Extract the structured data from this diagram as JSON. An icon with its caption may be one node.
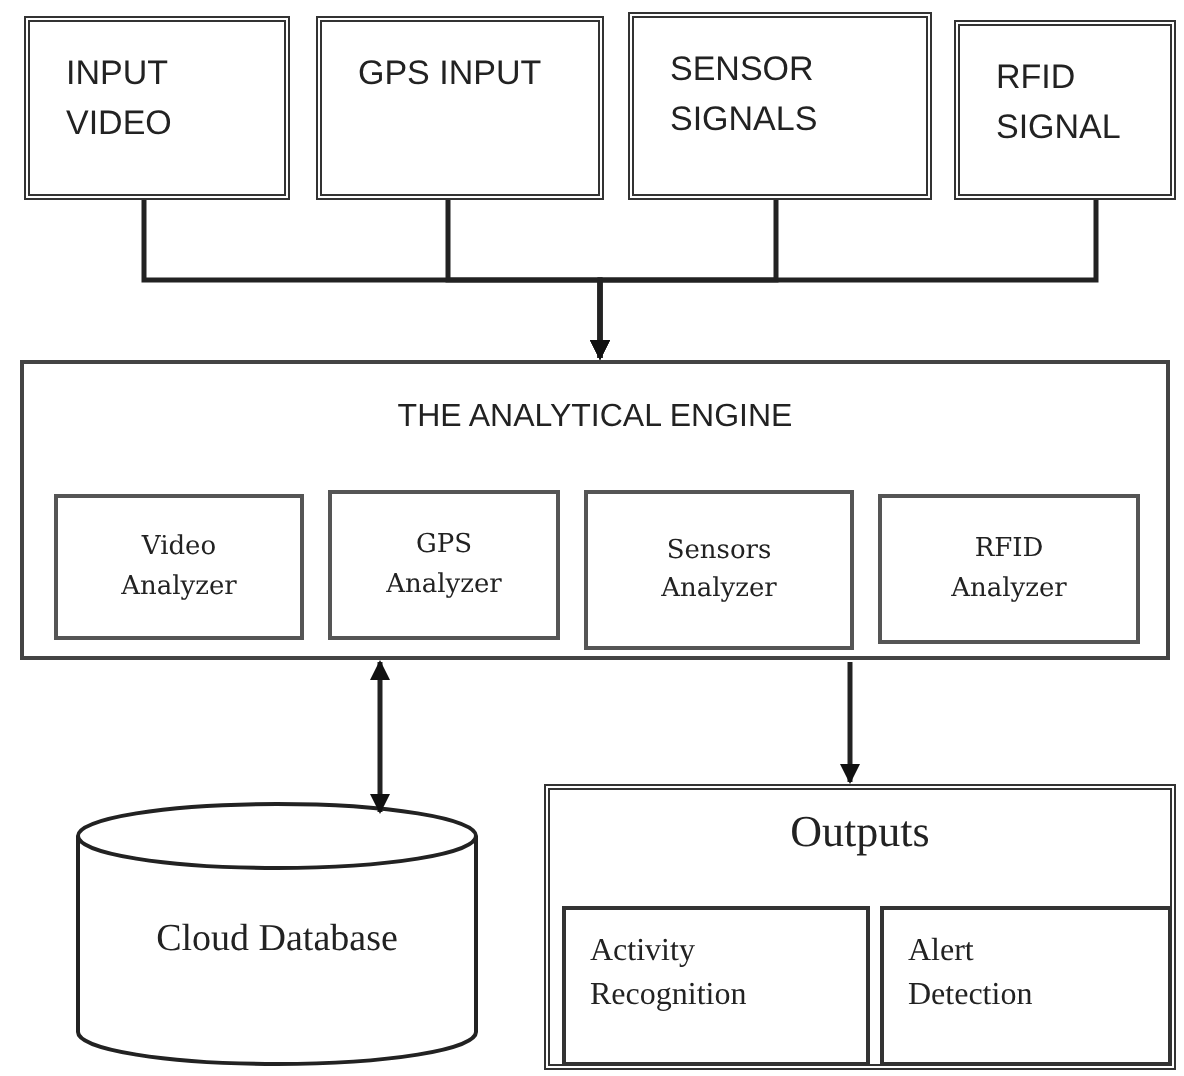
{
  "diagram": {
    "nodes": [
      {
        "text": [
          "INPUT VIDEO"
        ]
      },
      {
        "text": [
          "GPS INPUT"
        ]
      },
      {
        "text": [
          "SENSOR SIGNALS"
        ]
      },
      {
        "text": [
          "RFID SIGNAL"
        ]
      },
      {
        "text": [
          "THE ANALYTICAL ENGINE"
        ]
      },
      {
        "text": [
          "Video Analyzer"
        ],
        "in": 4
      },
      {
        "text": [
          "GPS Analyzer"
        ],
        "in": 4
      },
      {
        "text": [
          "Sensors Analyzer"
        ],
        "in": 4
      },
      {
        "text": [
          "RFID Analyzer"
        ],
        "in": 4
      },
      {
        "text": [
          "Cloud Database"
        ]
      },
      {
        "text": [
          "Outputs"
        ]
      },
      {
        "text": [
          "Activity Recognition"
        ],
        "in": 10
      },
      {
        "text": [
          "Alert Detection"
        ],
        "in": 10
      }
    ],
    "edges": [
      {
        "from": 0,
        "to": 4,
        "arrow": "to"
      },
      {
        "from": 1,
        "to": 4,
        "arrow": "to"
      },
      {
        "from": 2,
        "to": 4,
        "arrow": "to"
      },
      {
        "from": 3,
        "to": 4,
        "arrow": "to"
      },
      {
        "from": 4,
        "to": 9,
        "arrow": "both"
      },
      {
        "from": 4,
        "to": 10,
        "arrow": "to"
      }
    ]
  }
}
